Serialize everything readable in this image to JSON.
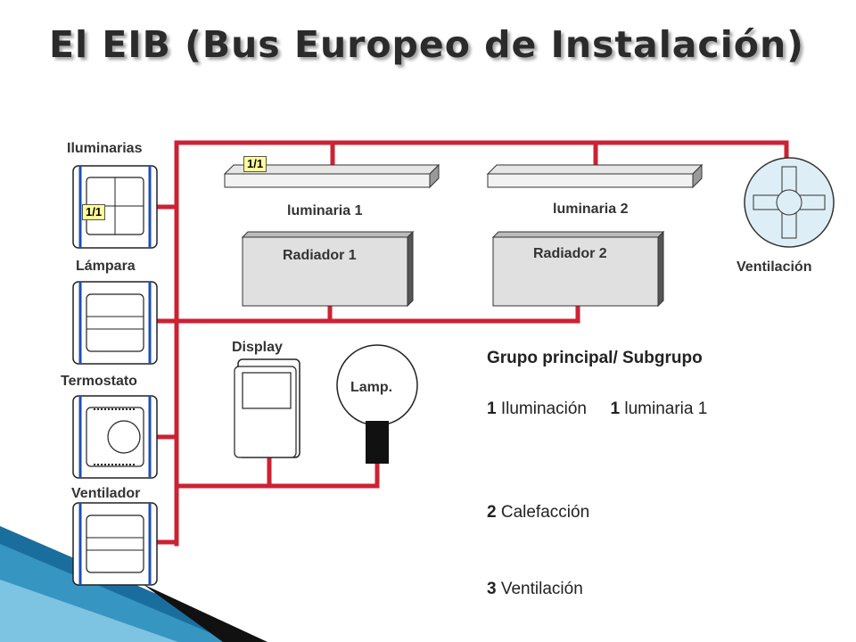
{
  "title": "El EIB (Bus Europeo de Instalación)",
  "colors": {
    "bus": "#cc2233",
    "switch_stripe": "#1f4fb5",
    "tag_fill": "#ffff99",
    "accent_triangle": "#1a6e9e"
  },
  "switches": [
    {
      "label": "Iluminarias",
      "tag": "1/1"
    },
    {
      "label": "Lámpara"
    },
    {
      "label": "Termostato"
    },
    {
      "label": "Ventilador"
    }
  ],
  "devices": {
    "luminaria1": {
      "label": "luminaria 1",
      "tag": "1/1"
    },
    "luminaria2": {
      "label": "luminaria 2"
    },
    "radiador1": {
      "label": "Radiador 1"
    },
    "radiador2": {
      "label": "Radiador 2"
    },
    "ventilacion": {
      "label": "Ventilación",
      "icon": "fan-icon"
    },
    "display": {
      "label": "Display"
    },
    "lamp": {
      "label": "Lamp."
    }
  },
  "legend": {
    "header": "Grupo principal/  Subgrupo",
    "rows": [
      {
        "num": "1",
        "text": " Iluminación",
        "sub_num": "1",
        "sub_text": " luminaria 1"
      },
      {
        "num": "2",
        "text": " Calefacción"
      },
      {
        "num": "3",
        "text": " Ventilación"
      }
    ]
  }
}
